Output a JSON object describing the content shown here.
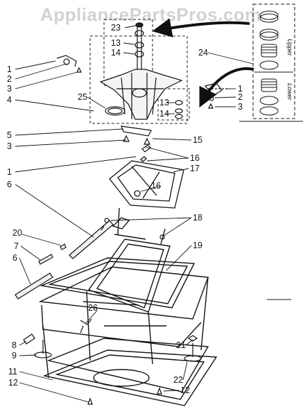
{
  "watermark": "AppliancePartsPros.com",
  "inset": {
    "upper_label": "Upper",
    "lower_label": "Lower"
  },
  "callouts": [
    "1",
    "2",
    "3",
    "4",
    "5",
    "3",
    "1",
    "6",
    "7",
    "6",
    "8",
    "9",
    "11",
    "12",
    "23",
    "13",
    "14",
    "24",
    "25",
    "13",
    "14",
    "1",
    "2",
    "3",
    "15",
    "16",
    "17",
    "16",
    "18",
    "19",
    "20",
    "26",
    "21",
    "22",
    "12"
  ],
  "colors": {
    "ink": "#111111",
    "watermark": "#d2d2d2",
    "arrow": "#1a1a1a"
  }
}
